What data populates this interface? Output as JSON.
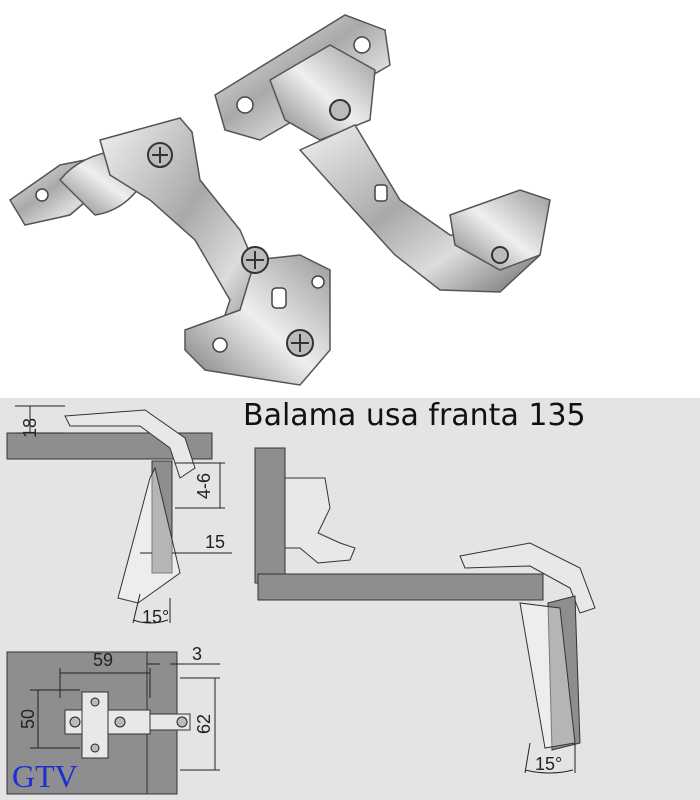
{
  "title": "Balama usa franta 135",
  "brand": "GTV",
  "dimensions": {
    "d18": "18",
    "d4_6": "4-6",
    "d15": "15",
    "angle_left": "15°",
    "d59": "59",
    "d3": "3",
    "d50": "50",
    "d62": "62",
    "angle_right": "15°"
  },
  "colors": {
    "background": "#e4e4e6",
    "panel": "#8e8e90",
    "brand": "#1d2fd0"
  }
}
